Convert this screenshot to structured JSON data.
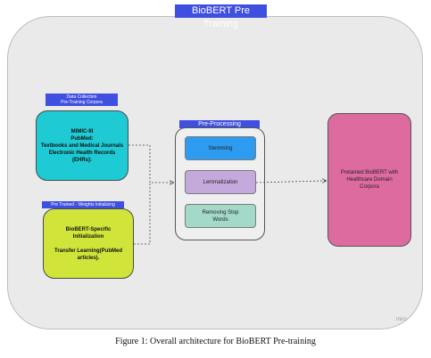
{
  "title": "BioBERT Pre Training",
  "data_collection": {
    "tag_line1": "Data Collection",
    "tag_line2": "Pre-Training Corpora",
    "lines": [
      "MIMIC-III",
      "PubMed:",
      "Textbooks and Medical Journals",
      "Electronic Health Records",
      "(EHRs):"
    ]
  },
  "weights": {
    "tag": "Pre Trained - Weights Initializing",
    "line1": "BioBERT-Specific",
    "line2": "Initialization",
    "line3": "Transfer Learning(PubMed",
    "line4": "articles)."
  },
  "preprocessing": {
    "tag": "Pre-Processing",
    "steps": [
      "Stemming",
      "Lemmatization",
      "Removing Stop Words"
    ]
  },
  "output": {
    "line1": "Pretained BioBERT with",
    "line2": "Healthcare Domain",
    "line3": "Corpora"
  },
  "watermark": "miro",
  "caption": "Figure 1: Overall architecture for BioBERT Pre-training",
  "colors": {
    "tag_blue": "#3f4fe0",
    "data_collection": "#1ecad4",
    "weights": "#d0e43a",
    "stemming": "#2d9bf0",
    "lemmatization": "#c4a9dd",
    "stop_words": "#a3d9c8",
    "output": "#de6b9f"
  }
}
